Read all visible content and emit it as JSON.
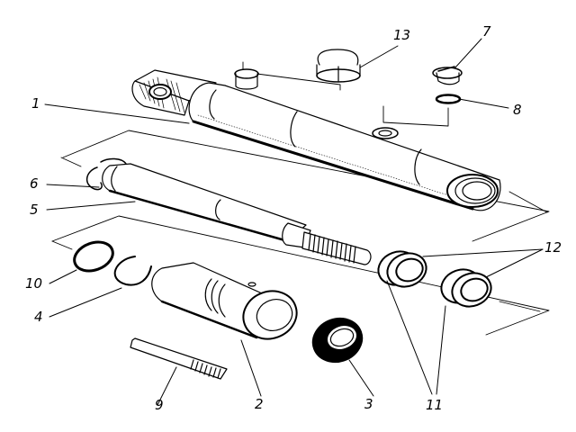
{
  "title": "Hydraulic cylinder exploded view",
  "ink_color": "#000000",
  "paper_color": "#ffffff",
  "parts": [
    {
      "id": "1",
      "label": "1",
      "name": "cylinder-barrel"
    },
    {
      "id": "2",
      "label": "2",
      "name": "gland-rod-guide"
    },
    {
      "id": "3",
      "label": "3",
      "name": "wiper-seal"
    },
    {
      "id": "4",
      "label": "4",
      "name": "retaining-ring"
    },
    {
      "id": "5",
      "label": "5",
      "name": "piston-rod"
    },
    {
      "id": "6",
      "label": "6",
      "name": "rod-retaining-ring"
    },
    {
      "id": "7",
      "label": "7",
      "name": "plug"
    },
    {
      "id": "8",
      "label": "8",
      "name": "sealing-washer"
    },
    {
      "id": "9",
      "label": "9",
      "name": "key"
    },
    {
      "id": "10",
      "label": "10",
      "name": "o-ring"
    },
    {
      "id": "11",
      "label": "11",
      "name": "seal-rings"
    },
    {
      "id": "12",
      "label": "12",
      "name": "piston-seals"
    },
    {
      "id": "13",
      "label": "13",
      "name": "cap"
    }
  ]
}
